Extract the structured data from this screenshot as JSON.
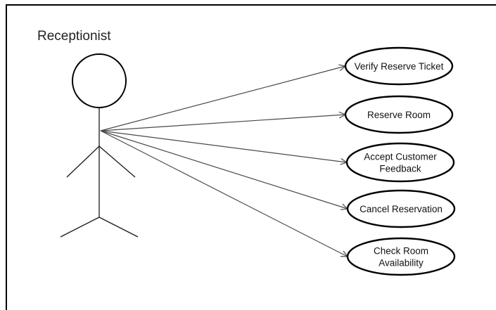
{
  "actor": {
    "name": "Receptionist"
  },
  "use_cases": [
    {
      "id": "verify-reserve-ticket",
      "lines": [
        "Verify Reserve Ticket"
      ]
    },
    {
      "id": "reserve-room",
      "lines": [
        "Reserve Room"
      ]
    },
    {
      "id": "accept-customer-feedback",
      "lines": [
        "Accept Customer",
        "Feedback"
      ]
    },
    {
      "id": "cancel-reservation",
      "lines": [
        "Cancel Reservation"
      ]
    },
    {
      "id": "check-room-availability",
      "lines": [
        "Check Room",
        "Availability"
      ]
    }
  ]
}
